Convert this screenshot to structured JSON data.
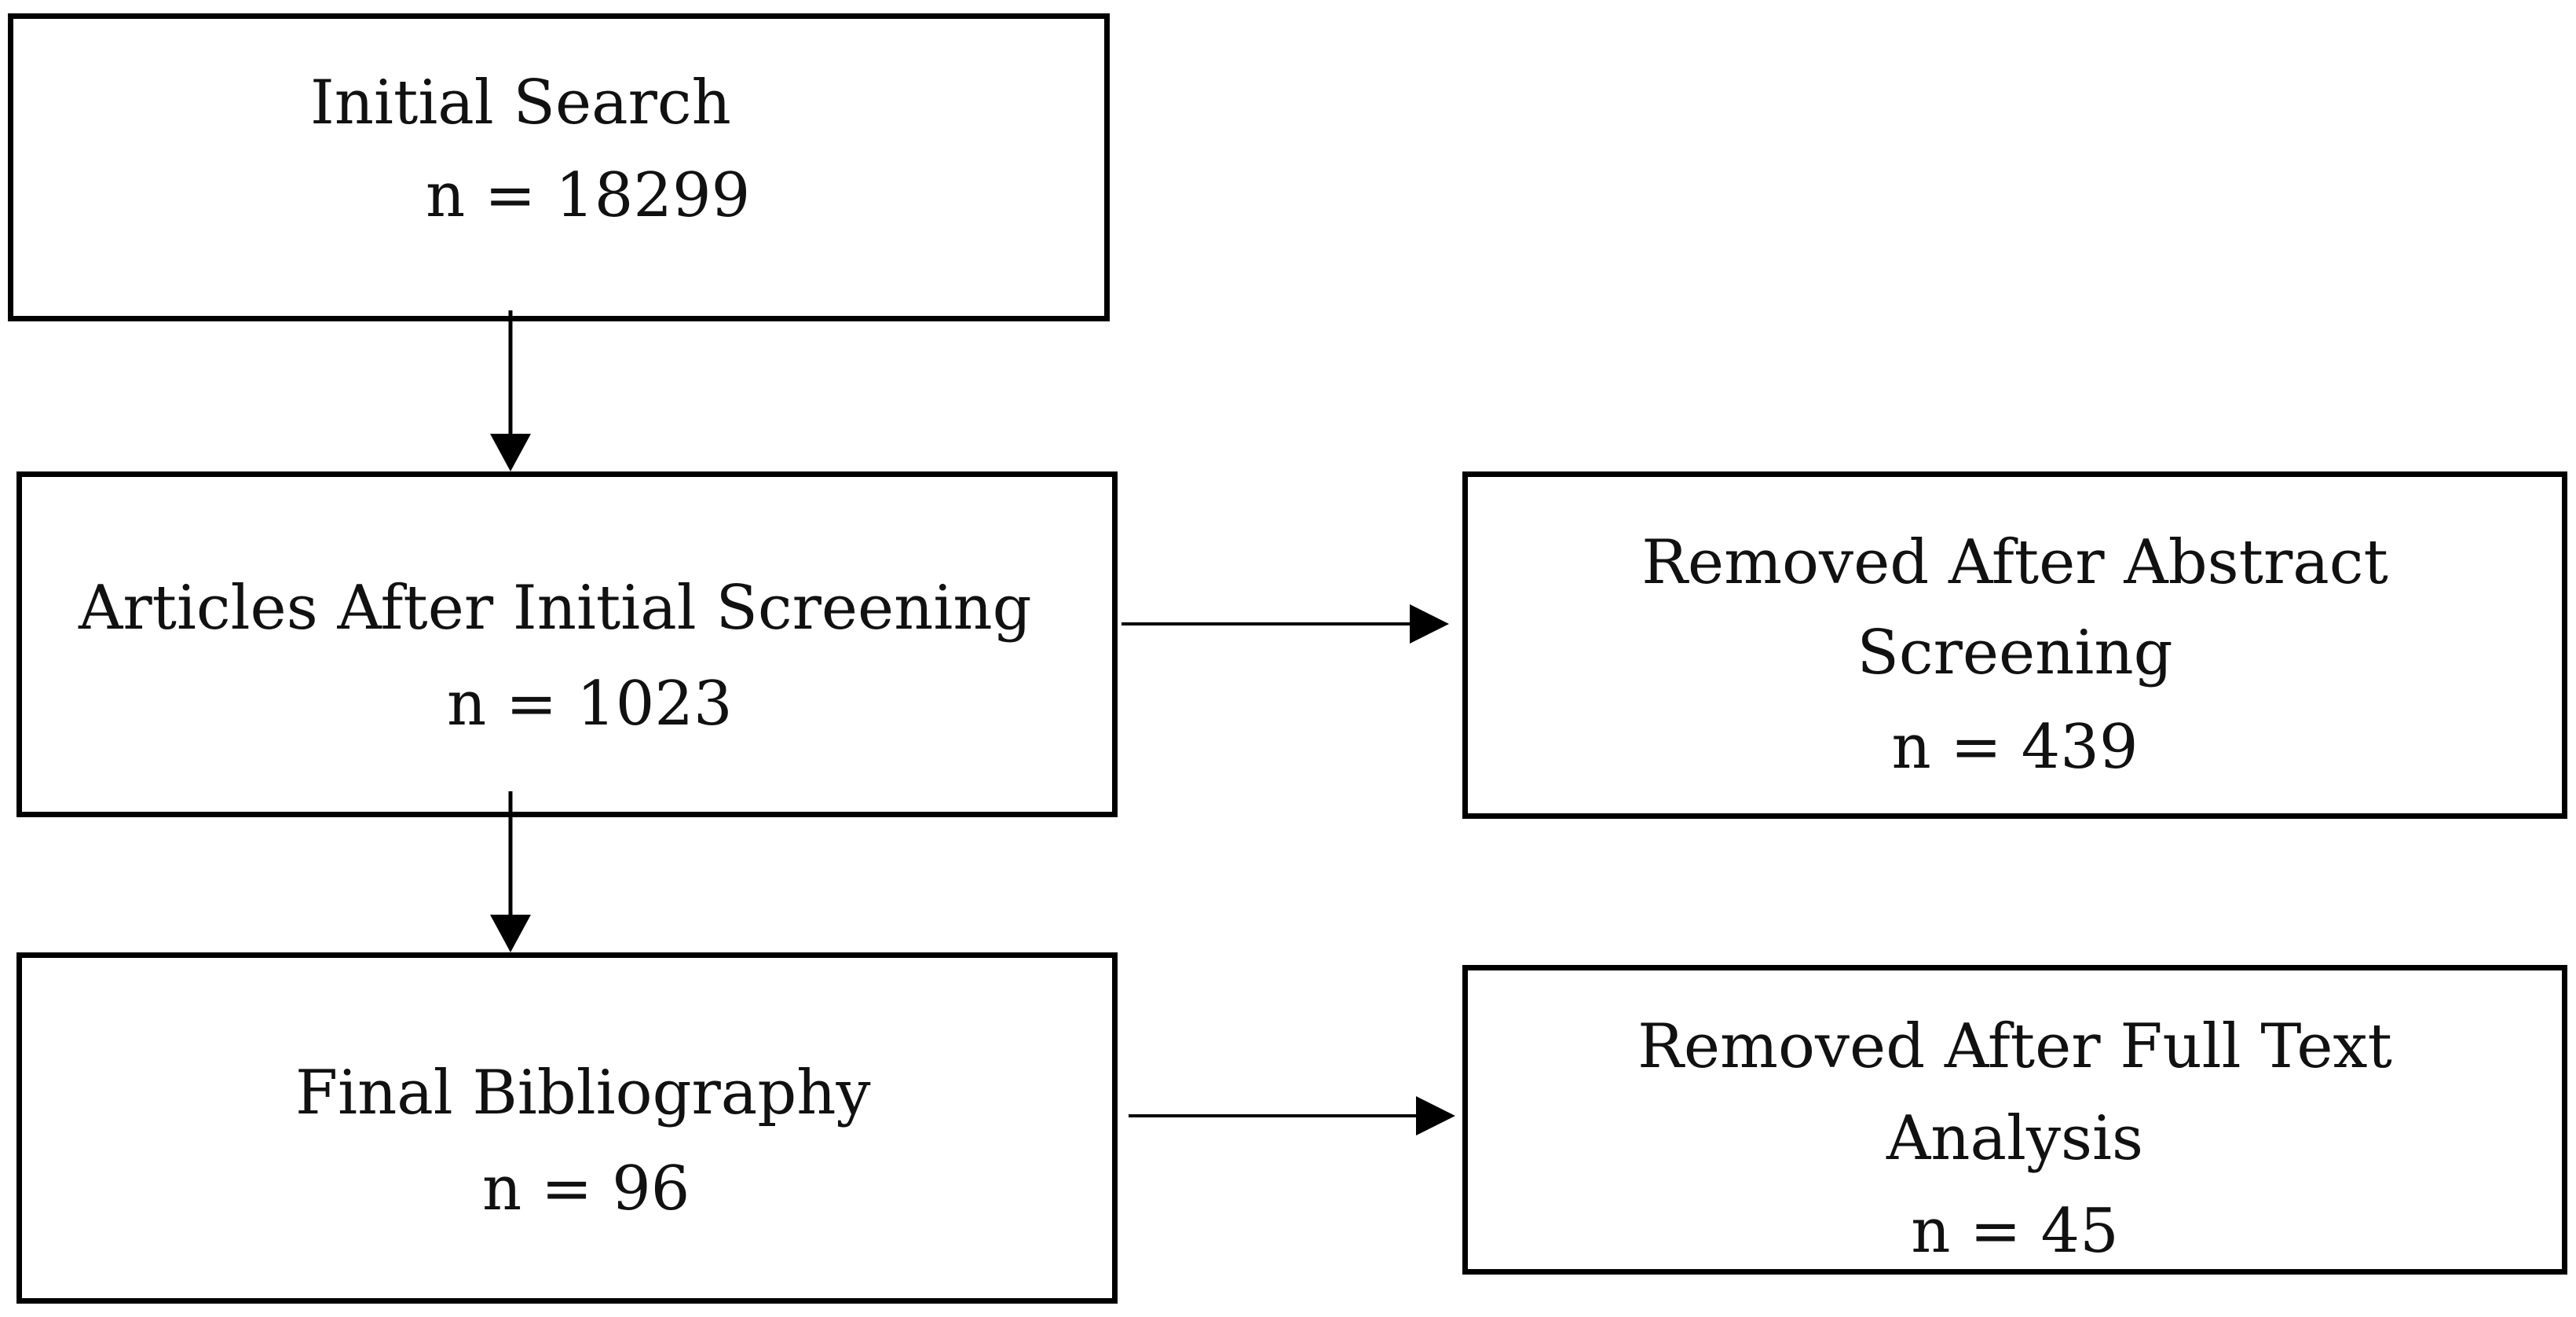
{
  "diagram": {
    "initial_search": {
      "title": "Initial Search",
      "count": "n = 18299"
    },
    "initial_screening": {
      "title": "Articles After Initial Screening",
      "count": "n = 1023"
    },
    "final_bibliography": {
      "title": "Final Bibliography",
      "count": "n = 96"
    },
    "removed_abstract": {
      "title_line1": "Removed After Abstract",
      "title_line2": "Screening",
      "count": "n = 439"
    },
    "removed_full_text": {
      "title_line1": "Removed After Full Text",
      "title_line2": "Analysis",
      "count": "n = 45"
    }
  }
}
